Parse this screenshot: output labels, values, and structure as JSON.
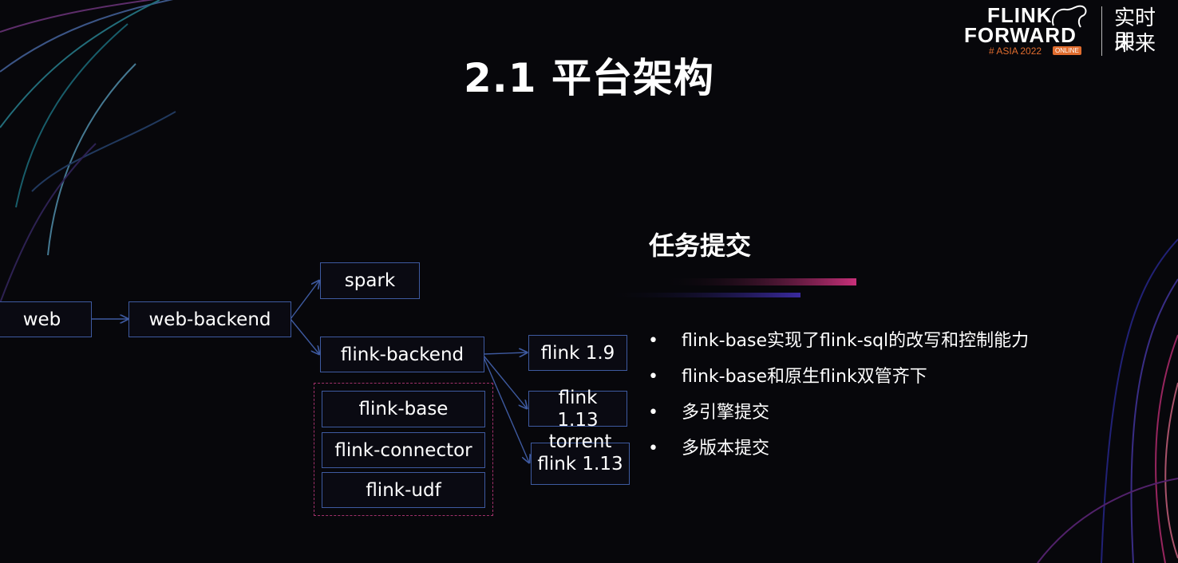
{
  "slide": {
    "title": "2.1 平台架构",
    "subtitle": "任务提交"
  },
  "logo": {
    "line1": "FLINK",
    "line2": "FORWARD",
    "line3": "# ASIA 2022",
    "badge": "ONLINE",
    "slogan_line1": "实时即",
    "slogan_line2": "未来"
  },
  "diagram": {
    "nodes": {
      "web": "web",
      "web_backend": "web-backend",
      "spark": "spark",
      "flink_backend": "flink-backend",
      "flink_base": "flink-base",
      "flink_connector": "flink-connector",
      "flink_udf": "flink-udf",
      "flink_19": "flink 1.9",
      "flink_113": "flink 1.13",
      "torrent_flink_113": "torrent flink 1.13"
    }
  },
  "bullets": [
    "flink-base实现了flink-sql的改写和控制能力",
    "flink-base和原生flink双管齐下",
    "多引擎提交",
    "多版本提交"
  ],
  "bullet_symbol": "•",
  "colors": {
    "node_border": "#3e5aa0",
    "group_border": "#a0306a",
    "accent_orange": "#e06c2e",
    "accent_magenta": "#c8307a"
  }
}
